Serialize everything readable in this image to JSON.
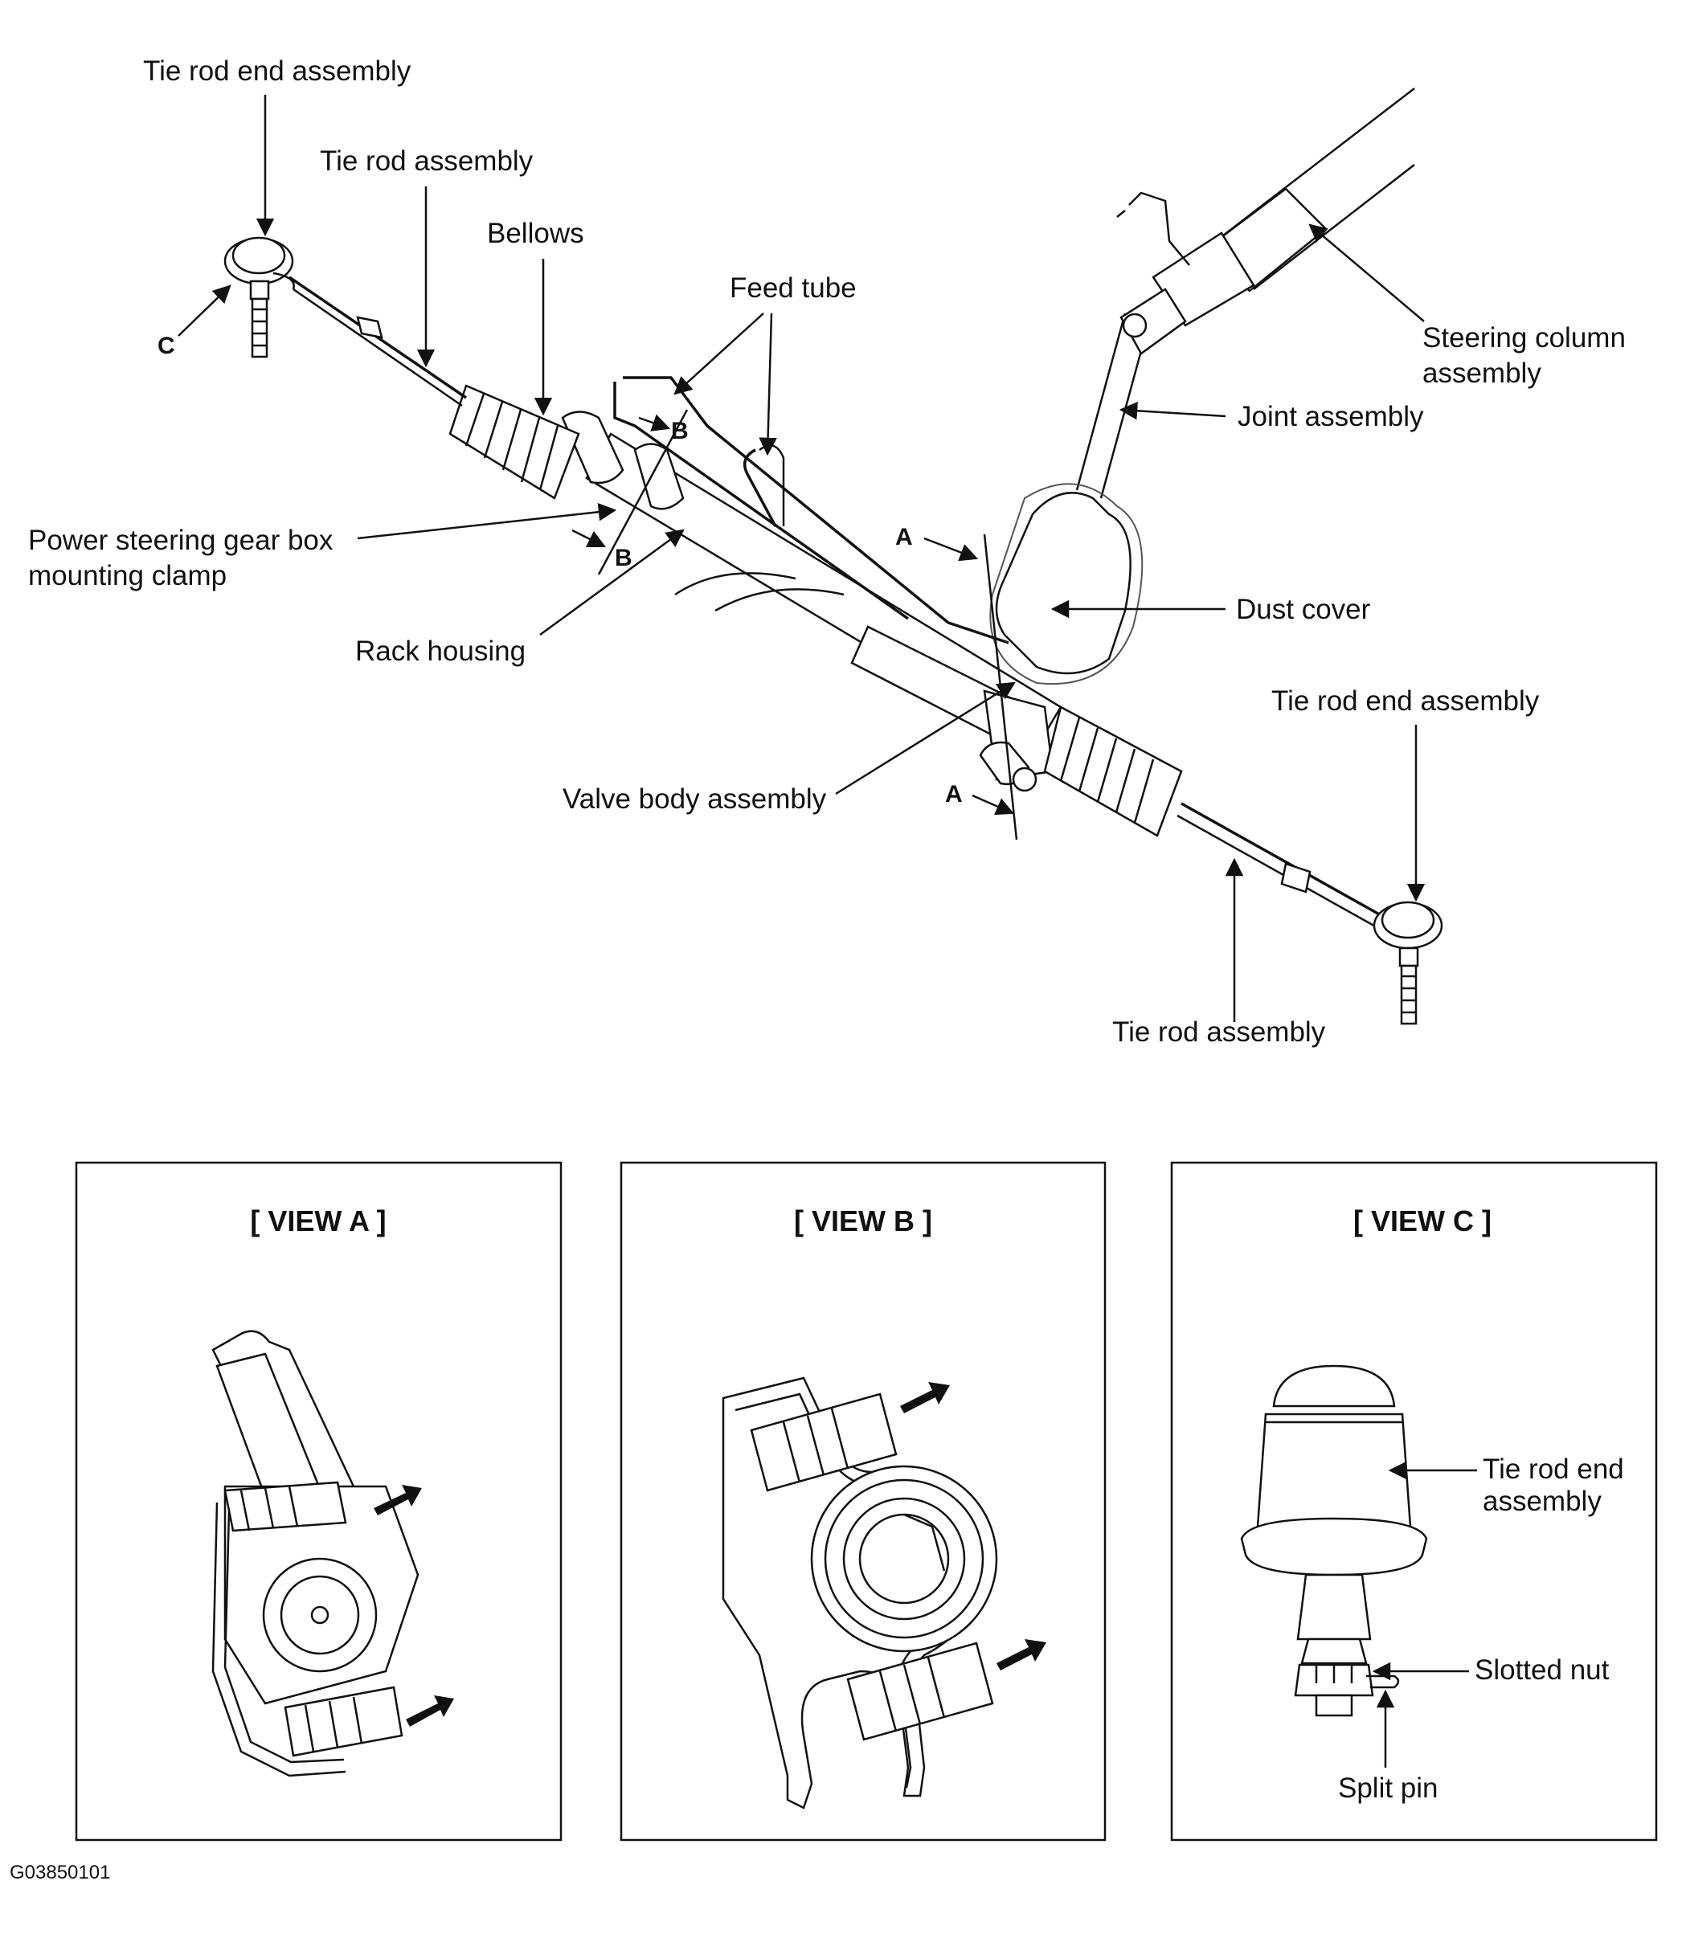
{
  "labels": {
    "tie_rod_end_left": "Tie rod end assembly",
    "tie_rod_left": "Tie rod assembly",
    "bellows": "Bellows",
    "feed_tube": "Feed tube",
    "steering_column_l1": "Steering column",
    "steering_column_l2": "assembly",
    "joint_assembly": "Joint assembly",
    "clamp_l1": "Power steering gear box",
    "clamp_l2": "mounting clamp",
    "rack_housing": "Rack housing",
    "dust_cover": "Dust cover",
    "tie_rod_end_right": "Tie rod end assembly",
    "valve_body": "Valve body assembly",
    "tie_rod_right": "Tie rod assembly"
  },
  "markers": {
    "a": "A",
    "b": "B",
    "c": "C"
  },
  "views": {
    "a": {
      "title": "[ VIEW A ]"
    },
    "b": {
      "title": "[ VIEW B ]"
    },
    "c": {
      "title": "[ VIEW C ]",
      "tie_rod_end_l1": "Tie rod end",
      "tie_rod_end_l2": "assembly",
      "slotted_nut": "Slotted nut",
      "split_pin": "Split pin"
    }
  },
  "figure_id": "G03850101"
}
